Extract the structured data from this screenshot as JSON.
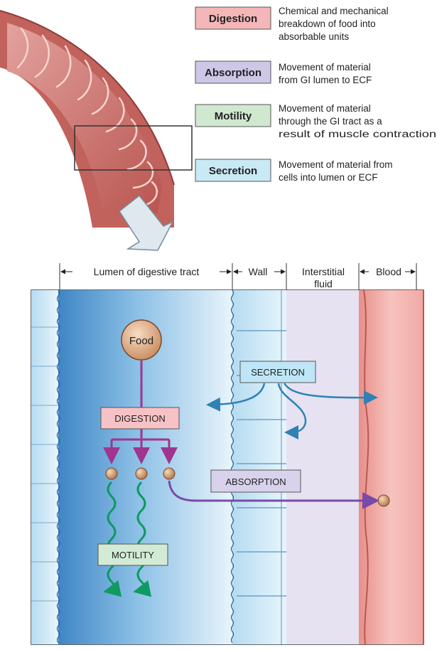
{
  "legend": [
    {
      "term": "Digestion",
      "description": [
        "Chemical and mechanical",
        "breakdown of food into",
        "absorbable units"
      ],
      "color": "#f4b6b8"
    },
    {
      "term": "Absorption",
      "description": [
        "Movement of material",
        "from GI lumen to ECF"
      ],
      "color": "#cfc7e6"
    },
    {
      "term": "Motility",
      "description": [
        "Movement of material",
        "through the GI tract as a",
        "result of muscle contraction"
      ],
      "color": "#cfe8cf"
    },
    {
      "term": "Secretion",
      "description": [
        "Movement of material from",
        "cells into lumen or ECF"
      ],
      "color": "#c9e9f5"
    }
  ],
  "regions": {
    "lumen": "Lumen of digestive tract",
    "wall": "Wall",
    "interstitial": [
      "Interstitial",
      "fluid"
    ],
    "blood": "Blood"
  },
  "labels": {
    "food": "Food",
    "secretion": "SECRETION",
    "digestion": "DIGESTION",
    "absorption": "ABSORPTION",
    "motility": "MOTILITY"
  },
  "colors": {
    "digestion_arrow": "#a0358f",
    "secretion_arrow": "#2f82b3",
    "absorption_arrow": "#7a4aa8",
    "motility_arrow": "#0f9a62",
    "lumen_fill": "#6fa8d8",
    "wall_fill": "#d6eef9",
    "interstitial_fill": "#e6e2f2",
    "blood_fill": "#f3b4b0"
  }
}
